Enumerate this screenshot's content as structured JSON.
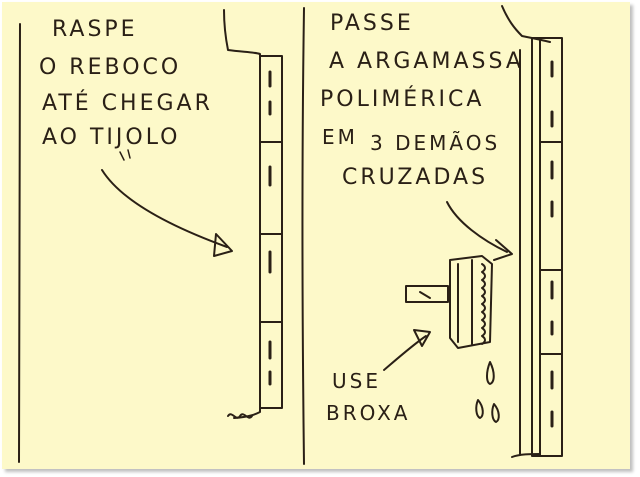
{
  "left_panel": {
    "instruction_lines": [
      "RASPE",
      "O REBOCO",
      "ATÉ CHEGAR",
      "AO TIJOLO"
    ]
  },
  "right_panel": {
    "instruction_lines": [
      "PASSE",
      "A ARGAMASSA",
      "POLIMÉRICA",
      "EM",
      "3 DEMÃOS",
      "CRUZADAS"
    ],
    "tool_lines": [
      "USE",
      "BROXA"
    ]
  },
  "colors": {
    "paper": "#fdf9c9",
    "ink": "#2a2016"
  }
}
